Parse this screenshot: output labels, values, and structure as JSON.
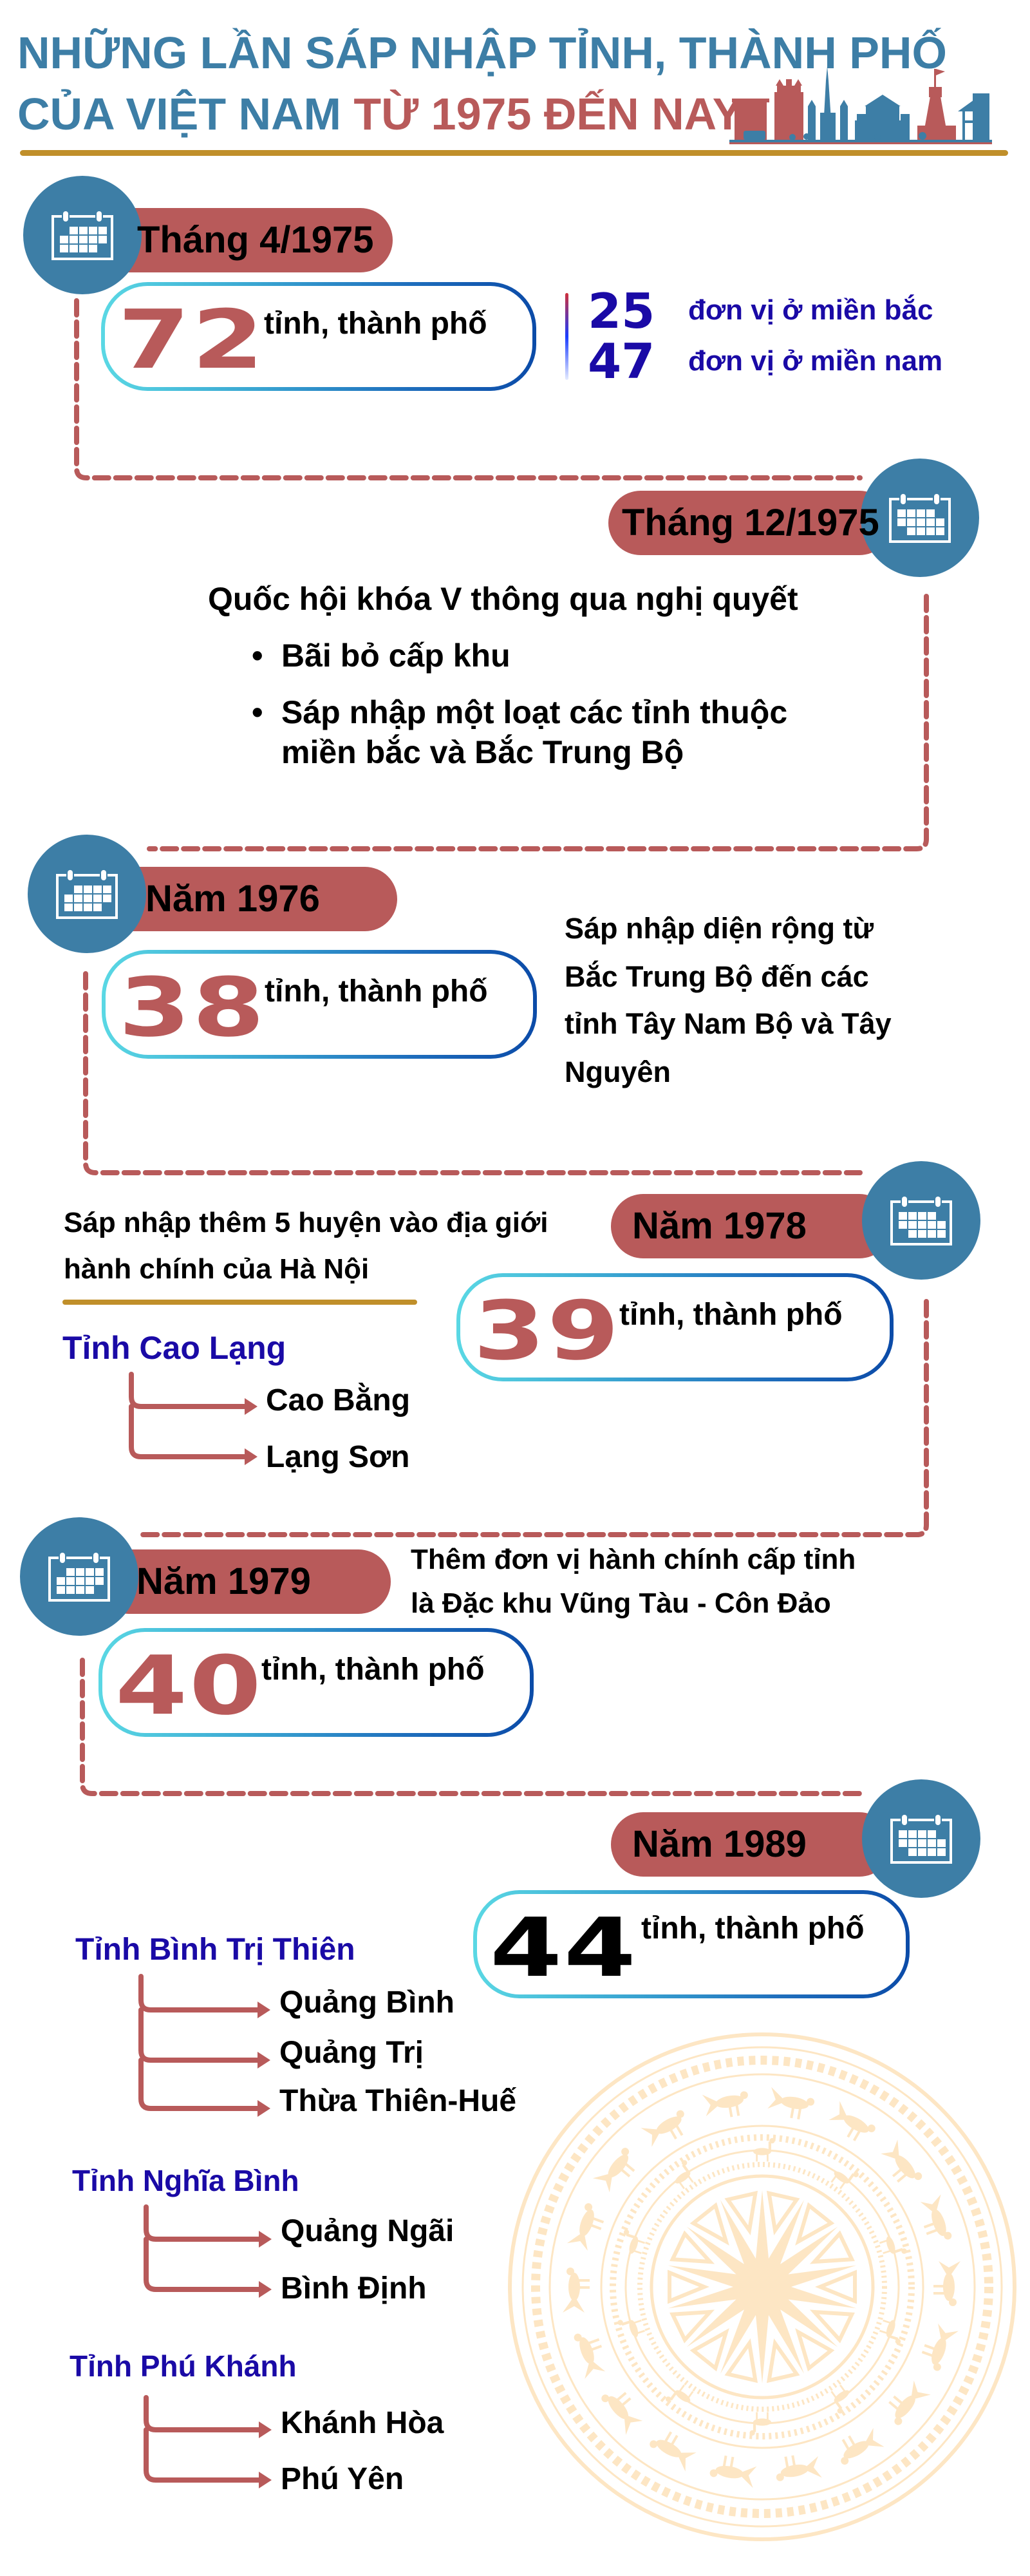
{
  "title": {
    "line1": "NHỮNG LẦN SÁP NHẬP TỈNH, THÀNH PHỐ",
    "line2_blue": "CỦA VIỆT NAM ",
    "line2_red": "TỪ 1975 ĐẾN NAY"
  },
  "colors": {
    "primary_blue": "#3d7ea6",
    "accent_red": "#b85a5a",
    "gold": "#c08f2a",
    "heading_navy": "#1a0aa6",
    "drum_beige": "#fde6c4"
  },
  "unit_label": "tỉnh, thành phố",
  "events": [
    {
      "date": "Tháng 4/1975",
      "count": "72",
      "unit": "tỉnh, thành phố",
      "breakdown": [
        {
          "count": "25",
          "label": "đơn vị ở miền bắc"
        },
        {
          "count": "47",
          "label": "đơn vị ở miền nam"
        }
      ]
    },
    {
      "date": "Tháng 12/1975",
      "intro": "Quốc hội khóa V thông qua nghị quyết",
      "bullets": [
        {
          "lines": [
            "Bãi bỏ cấp khu"
          ]
        },
        {
          "lines": [
            "Sáp nhập một loạt các tỉnh thuộc",
            "miền bắc và Bắc Trung Bộ"
          ]
        }
      ]
    },
    {
      "date": "Năm 1976",
      "count": "38",
      "unit": "tỉnh, thành phố",
      "description_lines": [
        "Sáp nhập diện rộng từ",
        "Bắc Trung Bộ đến các",
        "tỉnh Tây Nam Bộ và Tây",
        "Nguyên"
      ]
    },
    {
      "date": "Năm 1978",
      "count": "39",
      "unit": "tỉnh, thành phố",
      "description_lines": [
        "Sáp nhập thêm 5 huyện vào địa giới",
        "hành chính của Hà Nội"
      ],
      "splits": [
        {
          "province": "Tỉnh Cao Lạng",
          "into": [
            "Cao Bằng",
            "Lạng Sơn"
          ]
        }
      ]
    },
    {
      "date": "Năm 1979",
      "count": "40",
      "unit": "tỉnh, thành phố",
      "description_lines": [
        "Thêm đơn vị hành chính cấp tỉnh",
        "là Đặc khu Vũng Tàu - Côn Đảo"
      ]
    },
    {
      "date": "Năm 1989",
      "count": "44",
      "unit": "tỉnh, thành phố",
      "splits": [
        {
          "province": "Tỉnh Bình Trị Thiên",
          "into": [
            "Quảng Bình",
            "Quảng Trị",
            "Thừa Thiên-Huế"
          ]
        },
        {
          "province": "Tỉnh Nghĩa Bình",
          "into": [
            "Quảng Ngãi",
            "Bình Định"
          ]
        },
        {
          "province": "Tỉnh Phú Khánh",
          "into": [
            "Khánh Hòa",
            "Phú Yên"
          ]
        }
      ]
    }
  ],
  "icons": {
    "calendar": "calendar-icon",
    "arrow": "arrow-right-icon",
    "decoration": "bronze-drum-pattern",
    "skyline": "city-skyline-illustration"
  }
}
